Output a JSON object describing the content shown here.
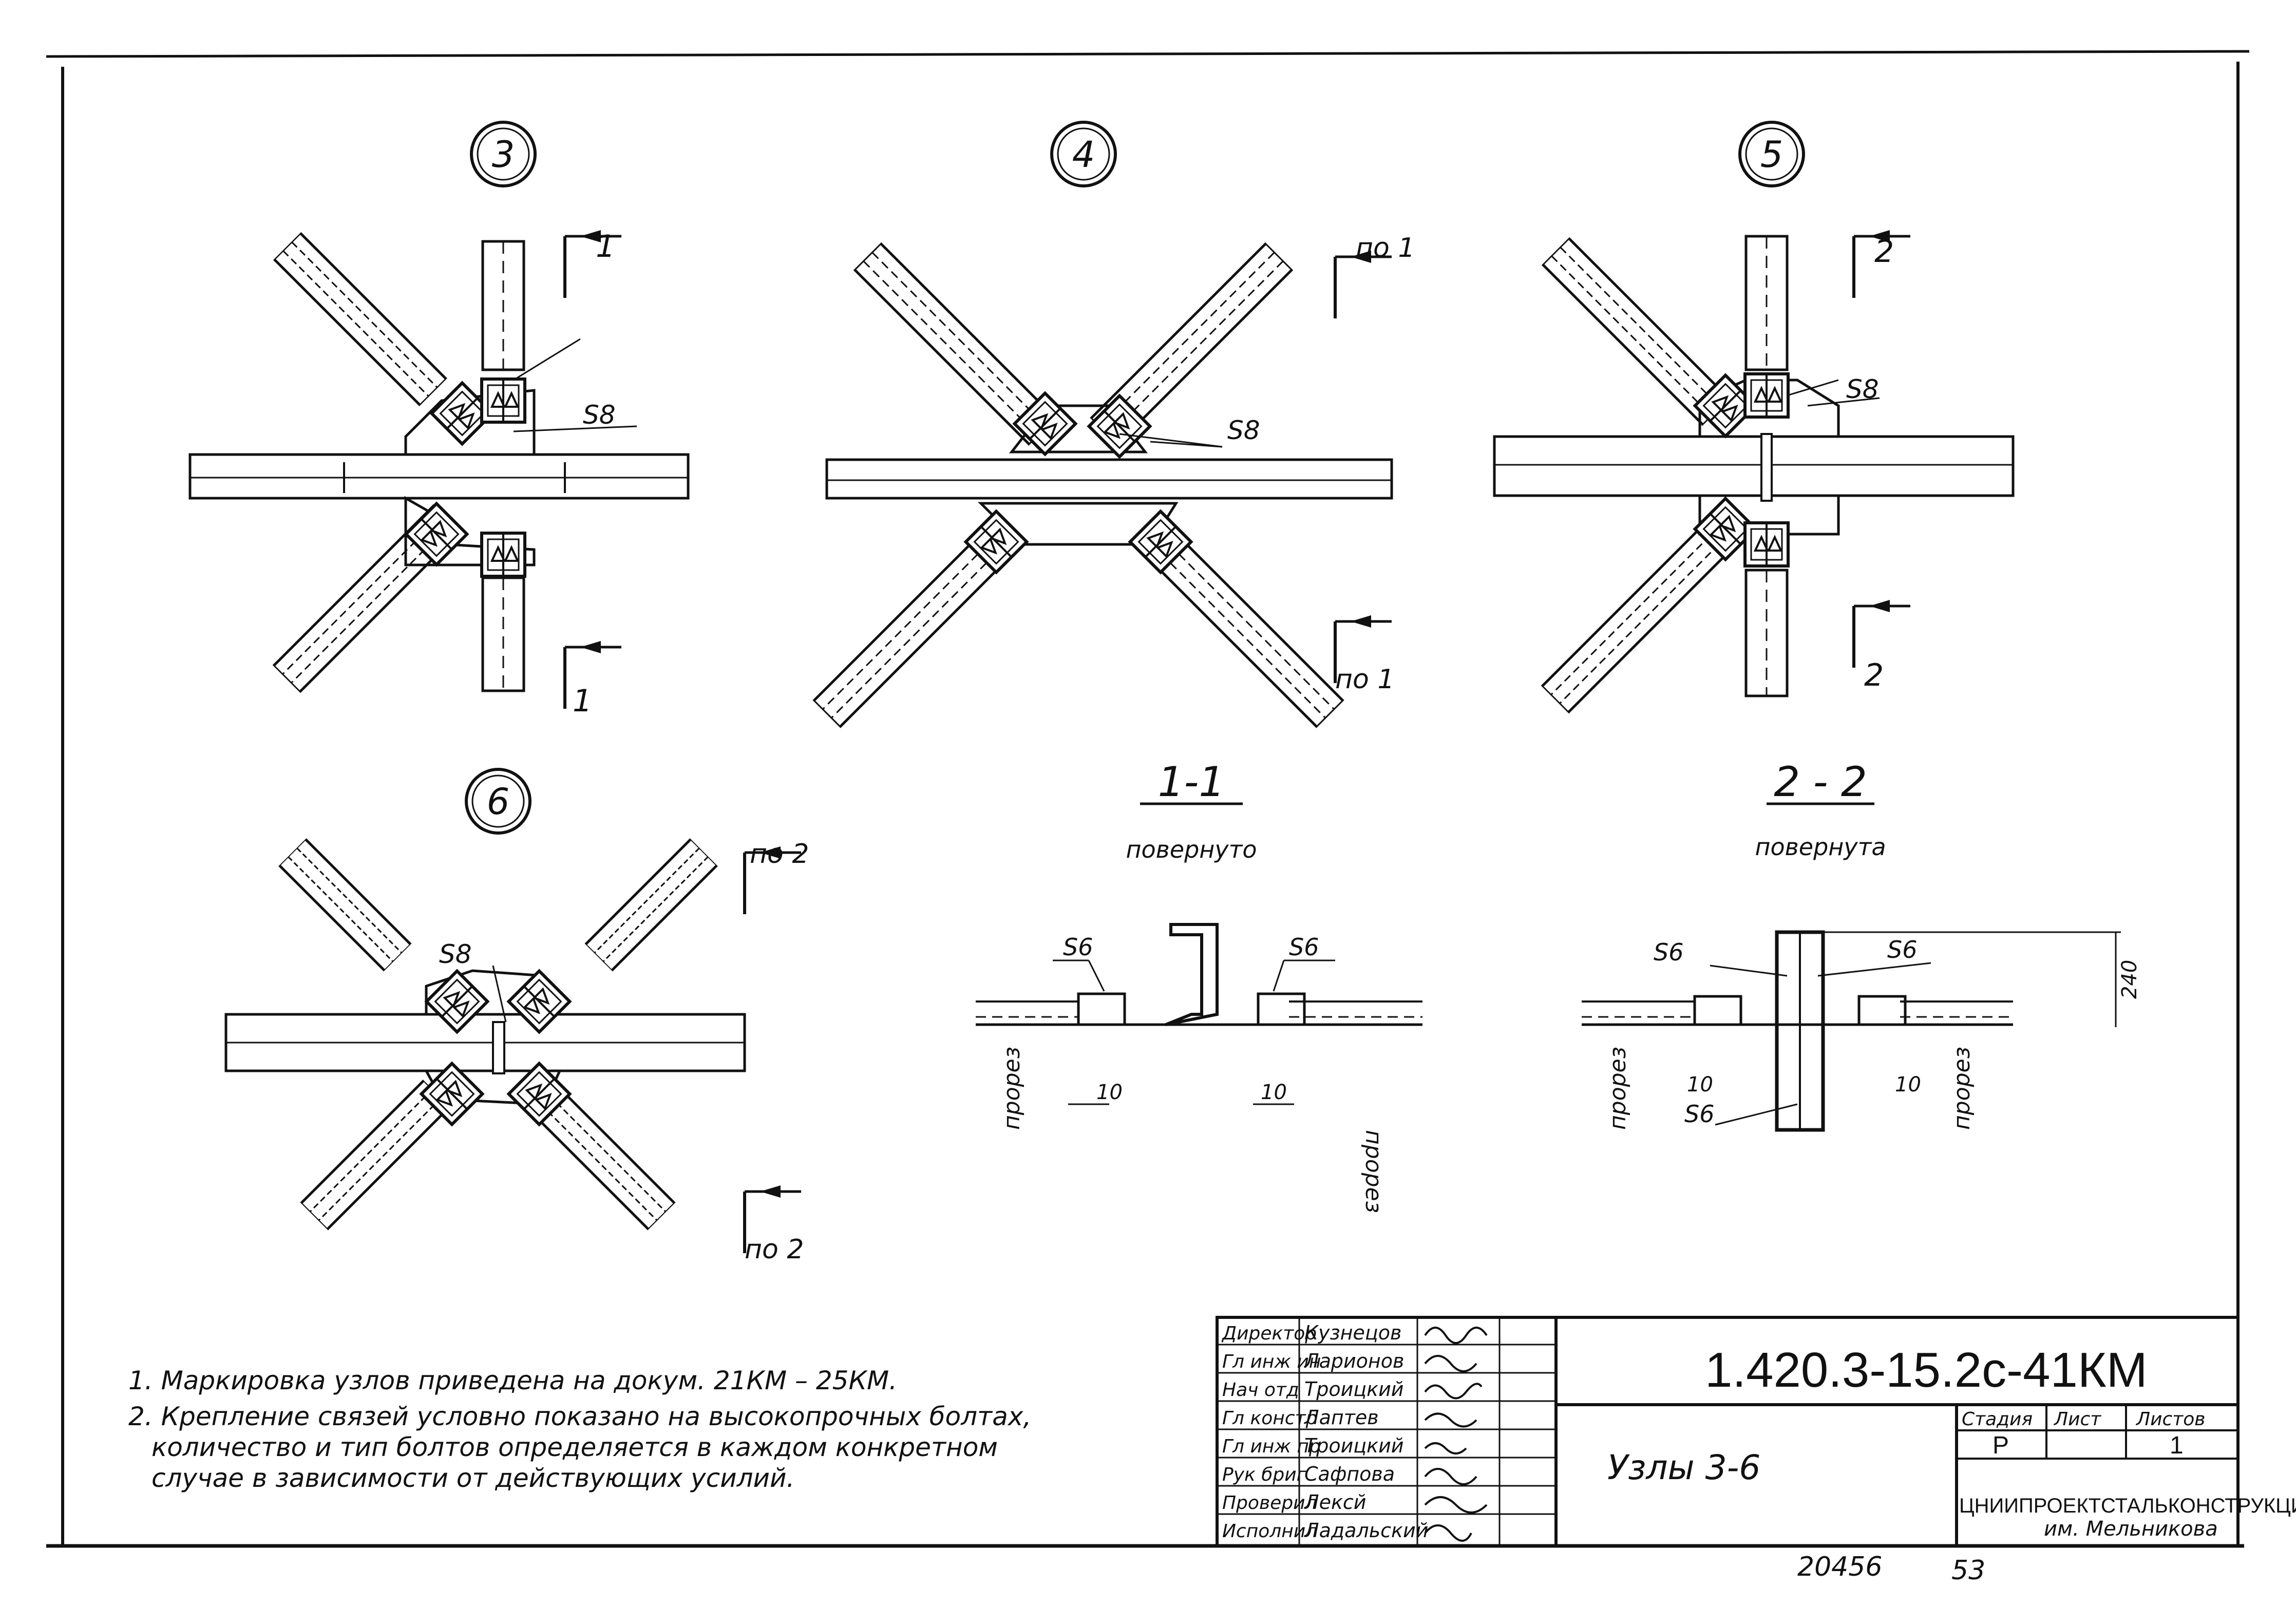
{
  "nodes": [
    {
      "id": "n3",
      "label": "3"
    },
    {
      "id": "n4",
      "label": "4"
    },
    {
      "id": "n5",
      "label": "5"
    },
    {
      "id": "n6",
      "label": "6"
    }
  ],
  "section_marks": {
    "n3_top": "1",
    "n3_bottom": "1",
    "n4_top": "по 1",
    "n4_bottom": "по 1",
    "n5_top": "2",
    "n5_bottom": "2",
    "n6_top": "по 2",
    "n6_bottom": "по 2"
  },
  "plate_labels": {
    "s8": "S8",
    "s6": "S6"
  },
  "sections": [
    {
      "title": "1-1",
      "subtitle": "повернуто",
      "cut_label": "прорез",
      "dim": "10"
    },
    {
      "title": "2 - 2",
      "subtitle": "повернута",
      "cut_label": "прорез",
      "dim": "10",
      "height_dim": "240"
    }
  ],
  "notes": [
    "1. Маркировка узлов приведена на докум. 21КМ – 25КМ.",
    "2. Крепление связей условно показано на высокопрочных болтах,",
    "количество и тип болтов определяется в каждом конкретном",
    "случае в зависимости от действующих усилий."
  ],
  "title_block": {
    "doc_code": "1.420.3-15.2с-41КМ",
    "title": "Узлы 3-6",
    "roles": [
      "Директор",
      "Гл инж ин",
      "Нач отд",
      "Гл констр",
      "Гл инж пр",
      "Рук бриг",
      "Проверил",
      "Исполнил"
    ],
    "names": [
      "Кузнецов",
      "Ларионов",
      "Троицкий",
      "Лаптев",
      "Троицкий",
      "Сафпова",
      "Лексй",
      "Ладальский"
    ],
    "stage_header": "Стадия",
    "sheet_header": "Лист",
    "sheets_header": "Листов",
    "stage": "Р",
    "sheet": "",
    "sheets": "1",
    "org": "ЦНИИПРОЕКТСТАЛЬКОНСТРУКЦИЯ",
    "org_sub": "им. Мельникова"
  },
  "footer": {
    "archive_no": "20456",
    "page_no": "53"
  }
}
